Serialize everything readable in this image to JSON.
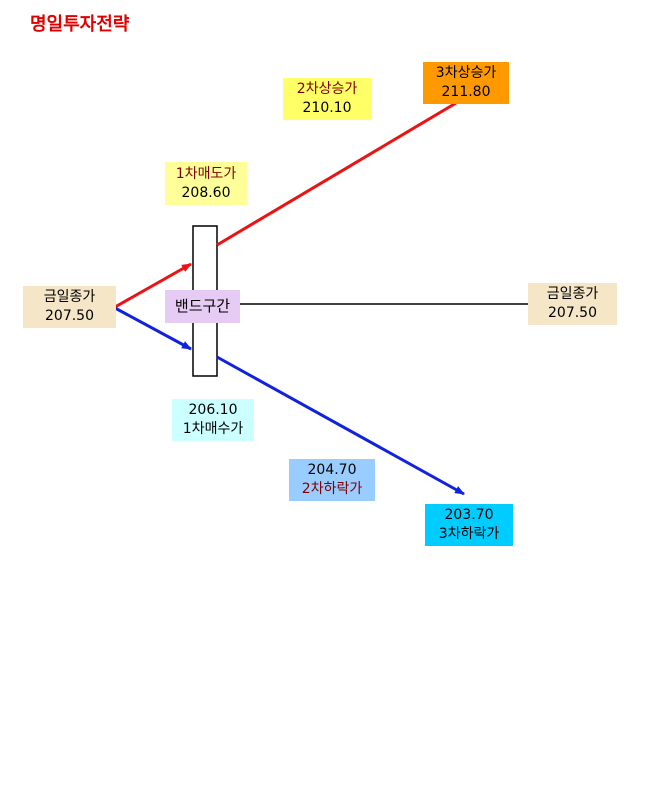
{
  "title": "명일투자전략",
  "colors": {
    "up_line": "#ee1111",
    "down_line": "#1122dd",
    "flat_line": "#000000",
    "title": "#e00000"
  },
  "nodes": {
    "close_left": {
      "label": "금일종가",
      "value": "207.50",
      "bg": "#f5e6c8"
    },
    "close_right": {
      "label": "금일종가",
      "value": "207.50",
      "bg": "#f5e6c8"
    },
    "band": {
      "label": "밴드구간",
      "bg": "#e6ccf5"
    },
    "sell1": {
      "label": "1차매도가",
      "value": "208.60",
      "bg": "#ffff99"
    },
    "up2": {
      "label": "2차상승가",
      "value": "210.10",
      "bg": "#ffff66"
    },
    "up3": {
      "label": "3차상승가",
      "value": "211.80",
      "bg": "#ff9900"
    },
    "buy1": {
      "value": "206.10",
      "label": "1차매수가",
      "bg": "#ccffff"
    },
    "down2": {
      "value": "204.70",
      "label": "2차하락가",
      "bg": "#99ccff"
    },
    "down3": {
      "value": "203.70",
      "label": "3차하락가",
      "bg": "#00ccff"
    }
  }
}
